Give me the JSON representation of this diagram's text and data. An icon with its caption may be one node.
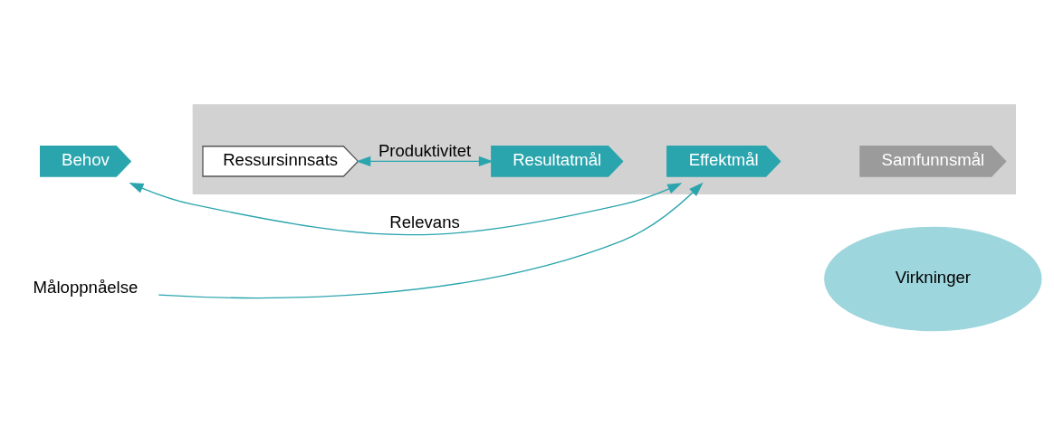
{
  "diagram": {
    "nodes": [
      {
        "text": [
          "Behov"
        ]
      },
      {
        "text": [],
        "shape": "arrow"
      },
      {
        "text": [
          "Ressursinnsats"
        ],
        "in": 1
      },
      {
        "text": [
          "Resultatmål"
        ],
        "in": 1
      },
      {
        "text": [
          "Effektmål"
        ],
        "in": 1
      },
      {
        "text": [
          "Samfunnsmål"
        ],
        "in": 1
      },
      {
        "text": [
          "Virkninger"
        ]
      },
      {
        "text": [
          "Måloppnåelse"
        ]
      }
    ],
    "edges": [
      {
        "from": 2,
        "to": 3,
        "arrow": "both",
        "label": "Produktivitet"
      },
      {
        "from": 7,
        "to": 4,
        "arrow": "to"
      },
      {
        "from": 0,
        "to": 4,
        "arrow": "both",
        "label": "Relevans"
      }
    ]
  }
}
